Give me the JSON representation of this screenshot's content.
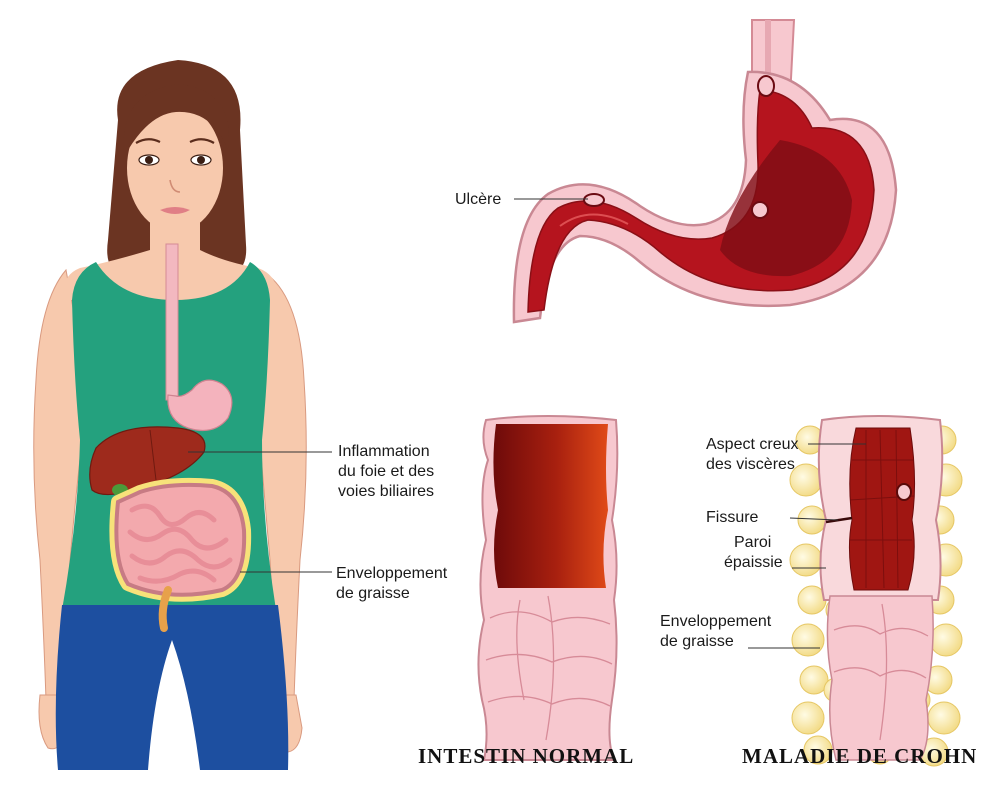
{
  "labels": {
    "ulcer": "Ulcère",
    "liver_inflammation": [
      "Inflammation",
      "du foie et des",
      "voies biliaires"
    ],
    "fat_wrapping_body": [
      "Enveloppement",
      "de graisse"
    ],
    "hollow_aspect": [
      "Aspect creux",
      "des viscères"
    ],
    "fissure": "Fissure",
    "thick_wall": [
      "Paroi",
      "épaissie"
    ],
    "fat_wrapping_crohn": [
      "Enveloppement",
      "de graisse"
    ]
  },
  "titles": {
    "normal": "INTESTIN NORMAL",
    "crohn": "MALADIE DE CROHN"
  },
  "colors": {
    "skin": "#f7c9ad",
    "hair": "#6b3422",
    "shirt": "#24a17e",
    "jeans": "#1d4fa0",
    "organ_red": "#b3141e",
    "mucosa_pink": "#f7c8cf",
    "fat_yellow": "#fbeeb4"
  }
}
